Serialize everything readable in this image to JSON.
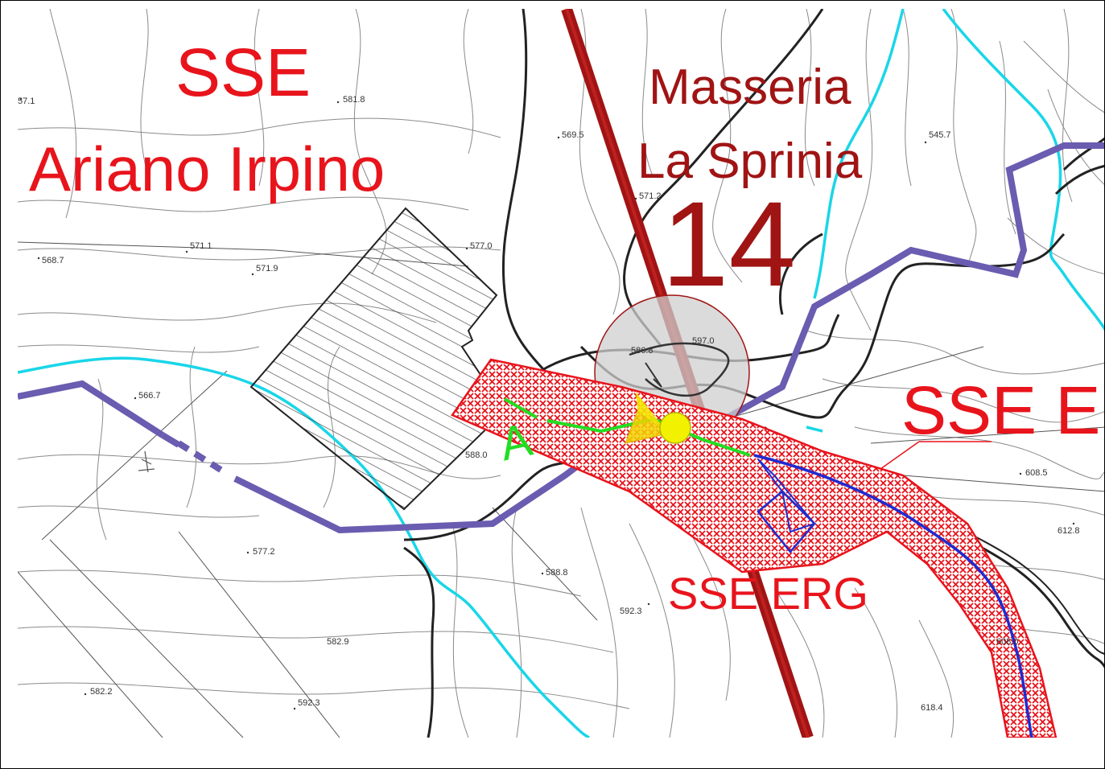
{
  "labels": {
    "sse_ariano_1": "SSE",
    "sse_ariano_2": "Ariano Irpino",
    "masseria_1": "Masseria",
    "masseria_2": "La Sprinia",
    "turbine_number": "14",
    "sse_e": "SSE E",
    "sse_erg": "SSE ERG",
    "green_letter": "A"
  },
  "spot_heights": [
    "57.1",
    "581.8",
    "569.5",
    "545.7",
    "571.2",
    "568.7",
    "571.1",
    "571.9",
    "577.0",
    "566.7",
    "588.0",
    "586.8",
    "597.0",
    "608.5",
    "612.8",
    "577.2",
    "588.8",
    "592.3",
    "582.9",
    "582.2",
    "592.3",
    "608.0",
    "618.4"
  ],
  "colors": {
    "label_red": "#e8141c",
    "dark_red": "#a01414",
    "road_purple": "#6a5cb0",
    "water_cyan": "#19d6e8",
    "buffer_red": "#e8141c",
    "cable_blue": "#1f2bd0",
    "green_line": "#22dd22",
    "marker_yellow": "#f2f200"
  }
}
